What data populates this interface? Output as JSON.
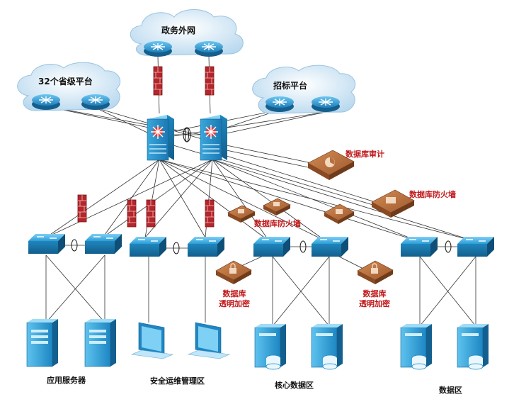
{
  "clouds": {
    "gov_network": "政务外网",
    "provincial": "32个省级平台",
    "bidding": "招标平台"
  },
  "devices": {
    "db_audit": "数据库审计",
    "db_firewall_right": "数据库防火墙",
    "db_firewall_center": "数据库防火墙",
    "db_encrypt_left_line1": "数据库",
    "db_encrypt_left_line2": "透明加密",
    "db_encrypt_right_line1": "数据库",
    "db_encrypt_right_line2": "透明加密"
  },
  "zones": {
    "app_servers": "应用服务器",
    "ops_zone": "安全运维管理区",
    "core_data": "核心数据区",
    "data_zone": "数据区"
  },
  "colors": {
    "cloud_fill": "#cfe6f6",
    "switch_blue": "#2a9fd6",
    "firewall_red": "#b3262b",
    "appliance_brown": "#b9703f",
    "label_red": "#c0191b"
  }
}
